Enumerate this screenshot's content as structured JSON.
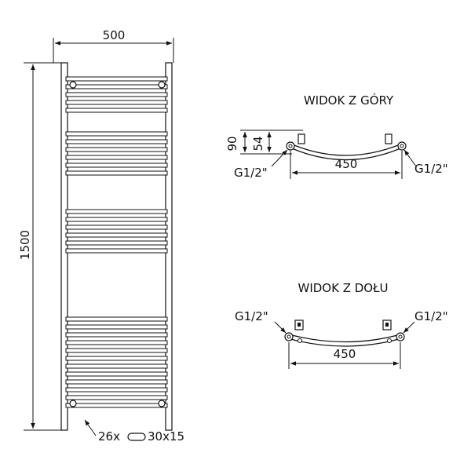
{
  "front_view": {
    "width_label": "500",
    "height_label": "1500",
    "tube_label_count": "26x",
    "tube_label_size": "30x15"
  },
  "top_view": {
    "title": "WIDOK Z GÓRY",
    "depth_total": "90",
    "depth_inner": "54",
    "spacing": "450",
    "left_connection": "G1/2\"",
    "right_connection": "G1/2\""
  },
  "bottom_view": {
    "title": "WIDOK Z DOŁU",
    "spacing": "450",
    "left_connection": "G1/2\"",
    "right_connection": "G1/2\""
  }
}
